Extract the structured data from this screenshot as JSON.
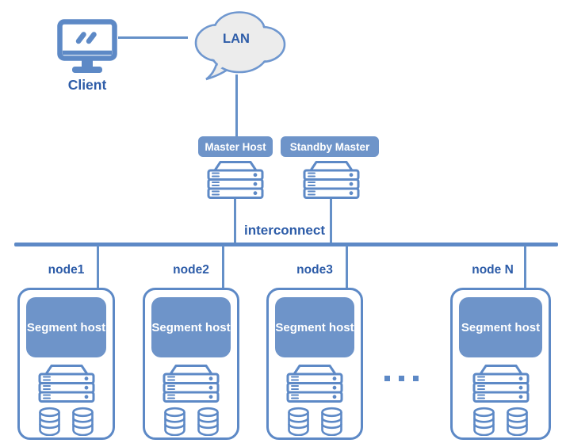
{
  "diagram": {
    "title_context": "distributed database cluster architecture",
    "client": {
      "label": "Client",
      "icon": "monitor-icon"
    },
    "lan": {
      "label": "LAN",
      "icon": "cloud-icon"
    },
    "masters": [
      {
        "label": "Master Host",
        "icon": "server-rack-icon"
      },
      {
        "label": "Standby Master",
        "icon": "server-rack-icon"
      }
    ],
    "interconnect": {
      "label": "interconnect"
    },
    "nodes": [
      {
        "name": "node1",
        "host_label": "Segment host",
        "icons": [
          "server-rack-icon",
          "database-cylinder-icon",
          "database-cylinder-icon"
        ]
      },
      {
        "name": "node2",
        "host_label": "Segment host",
        "icons": [
          "server-rack-icon",
          "database-cylinder-icon",
          "database-cylinder-icon"
        ]
      },
      {
        "name": "node3",
        "host_label": "Segment host",
        "icons": [
          "server-rack-icon",
          "database-cylinder-icon",
          "database-cylinder-icon"
        ]
      },
      {
        "name": "node N",
        "host_label": "Segment host",
        "icons": [
          "server-rack-icon",
          "database-cylinder-icon",
          "database-cylinder-icon"
        ]
      }
    ],
    "ellipsis": "...",
    "colors": {
      "accent_stroke": "#5d89c6",
      "line": "#6590c8",
      "fill_blue": "#6e94c9",
      "text_blue": "#2d5ca8",
      "cloud_fill": "#ececec",
      "cloud_stroke": "#6f97cf",
      "background": "#ffffff"
    }
  }
}
